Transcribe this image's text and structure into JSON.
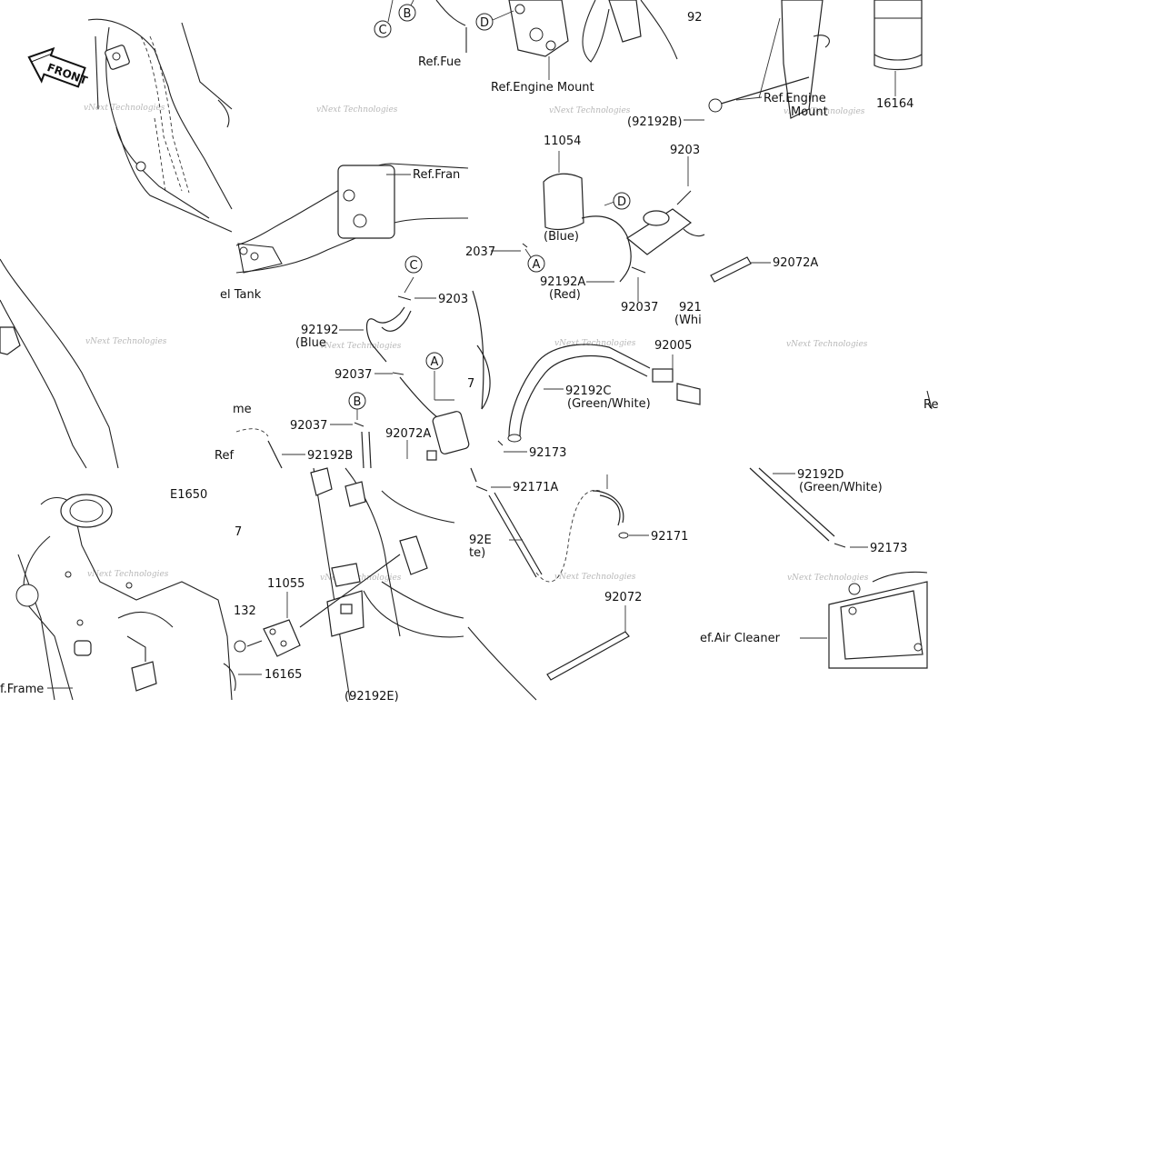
{
  "callouts": [
    {
      "text": "C"
    },
    {
      "text": "B"
    },
    {
      "text": "D"
    },
    {
      "text": "D"
    },
    {
      "text": "C"
    },
    {
      "text": "A"
    },
    {
      "text": "A"
    },
    {
      "text": "B"
    }
  ],
  "labels": [
    {
      "text": "Ref.Fue"
    },
    {
      "text": "Ref.Engine Mount"
    },
    {
      "text": "92"
    },
    {
      "text": "Ref.Engine"
    },
    {
      "text": "Mount"
    },
    {
      "text": "16164"
    },
    {
      "text": "(92192B)"
    },
    {
      "text": "11054"
    },
    {
      "text": "9203"
    },
    {
      "text": "Ref.Fran"
    },
    {
      "text": "2037"
    },
    {
      "text": "(Blue)"
    },
    {
      "text": "92192A"
    },
    {
      "text": "(Red)"
    },
    {
      "text": "92037"
    },
    {
      "text": "921"
    },
    {
      "text": "(Whi"
    },
    {
      "text": "92072A"
    },
    {
      "text": "el Tank"
    },
    {
      "text": "9203"
    },
    {
      "text": "92192"
    },
    {
      "text": "(Blue"
    },
    {
      "text": "92037"
    },
    {
      "text": "7"
    },
    {
      "text": "92005"
    },
    {
      "text": "92192C"
    },
    {
      "text": "(Green/White)"
    },
    {
      "text": "Re"
    },
    {
      "text": "me"
    },
    {
      "text": "92037"
    },
    {
      "text": "92072A"
    },
    {
      "text": "Ref"
    },
    {
      "text": "92192B"
    },
    {
      "text": "92173"
    },
    {
      "text": "92171A"
    },
    {
      "text": "E1650"
    },
    {
      "text": "7"
    },
    {
      "text": "92E"
    },
    {
      "text": "te)"
    },
    {
      "text": "92192D"
    },
    {
      "text": "(Green/White)"
    },
    {
      "text": "92171"
    },
    {
      "text": "92173"
    },
    {
      "text": "11055"
    },
    {
      "text": "132"
    },
    {
      "text": "92072"
    },
    {
      "text": "ef.Air Cleaner"
    },
    {
      "text": "16165"
    },
    {
      "text": "f.Frame"
    },
    {
      "text": "(92192E)"
    }
  ],
  "front_badge": {
    "text": "FRONT"
  },
  "watermark": {
    "line1": "vNext Technologies",
    "line2": "vNext Technologies"
  }
}
